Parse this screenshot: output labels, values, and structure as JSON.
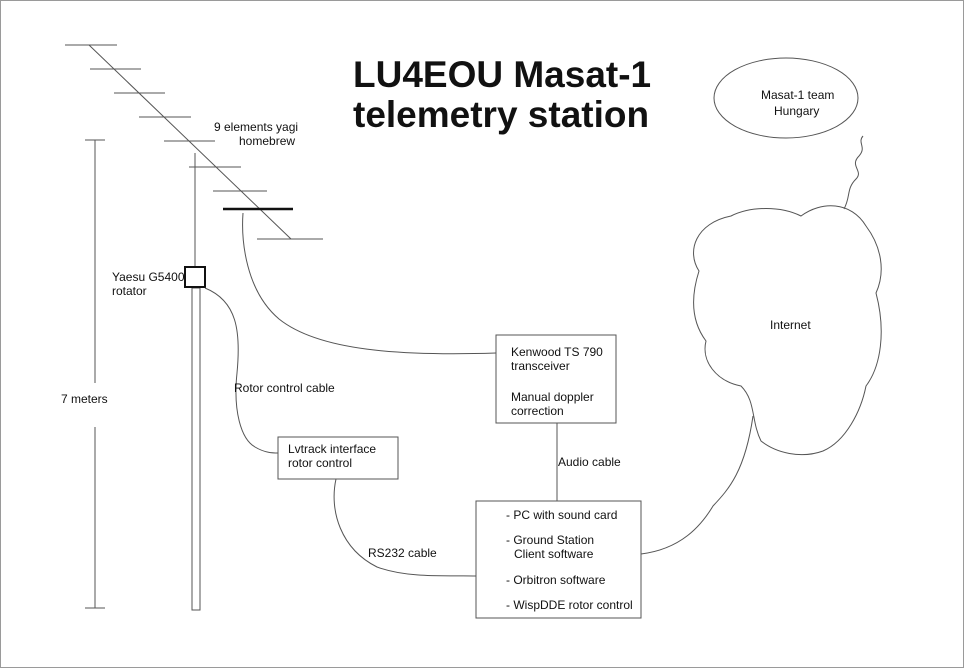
{
  "title": {
    "line1": "LU4EOU Masat-1",
    "line2": "telemetry station"
  },
  "antenna": {
    "line1": "9 elements yagi",
    "line2": "homebrew"
  },
  "rotator": {
    "line1": "Yaesu G5400",
    "line2": "rotator"
  },
  "height_label": "7 meters",
  "rotor_cable_label": "Rotor control cable",
  "lvtrack": {
    "line1": "Lvtrack interface",
    "line2": "rotor control"
  },
  "rs232_label": "RS232 cable",
  "transceiver": {
    "line1": "Kenwood TS 790",
    "line2": "transceiver",
    "line3": "Manual doppler",
    "line4": "correction"
  },
  "audio_label": "Audio cable",
  "pc": {
    "item1": "- PC with sound card",
    "item2a": "- Ground Station",
    "item2b": "Client software",
    "item3": "- Orbitron software",
    "item4": "- WispDDE rotor control"
  },
  "internet_label": "Internet",
  "team": {
    "line1": "Masat-1 team",
    "line2": "Hungary"
  }
}
